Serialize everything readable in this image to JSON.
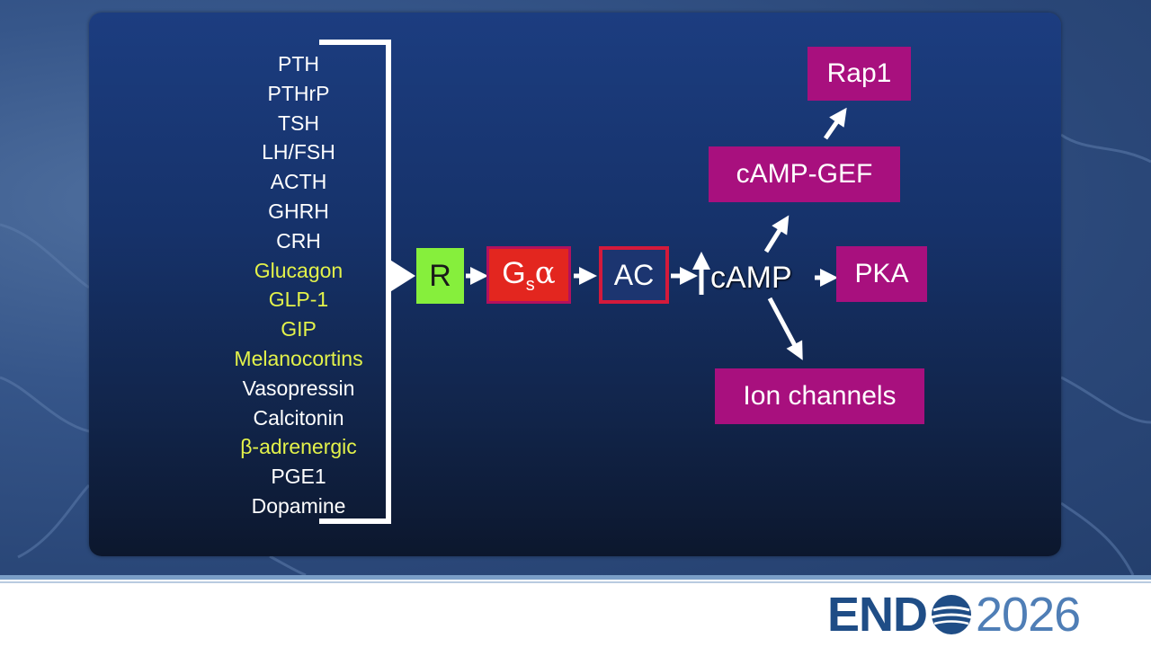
{
  "ligands": [
    {
      "text": "PTH",
      "highlight": false
    },
    {
      "text": "PTHrP",
      "highlight": false
    },
    {
      "text": "TSH",
      "highlight": false
    },
    {
      "text": "LH/FSH",
      "highlight": false
    },
    {
      "text": "ACTH",
      "highlight": false
    },
    {
      "text": "GHRH",
      "highlight": false
    },
    {
      "text": "CRH",
      "highlight": false
    },
    {
      "text": "Glucagon",
      "highlight": true
    },
    {
      "text": "GLP-1",
      "highlight": true
    },
    {
      "text": "GIP",
      "highlight": true
    },
    {
      "text": "Melanocortins",
      "highlight": true
    },
    {
      "text": "Vasopressin",
      "highlight": false
    },
    {
      "text": "Calcitonin",
      "highlight": false
    },
    {
      "text": "β-adrenergic",
      "highlight": true
    },
    {
      "text": "PGE1",
      "highlight": false
    },
    {
      "text": "Dopamine",
      "highlight": false
    }
  ],
  "pathway": {
    "receptor": "R",
    "gprotein": {
      "main": "G",
      "sub": "s",
      "greek": "α"
    },
    "enzyme": "AC",
    "messenger": "cAMP",
    "effectors": {
      "pka": "PKA",
      "gef": "cAMP-GEF",
      "rap1": "Rap1",
      "ion": "Ion channels"
    }
  },
  "footer": {
    "logo_bold": "END",
    "logo_year": "2026"
  },
  "colors": {
    "highlight_text": "#e3f24a",
    "receptor_green": "#86ef3c",
    "gprotein_red": "#e3261f",
    "magenta": "#a8107e",
    "brand_blue": "#1f4d86"
  }
}
